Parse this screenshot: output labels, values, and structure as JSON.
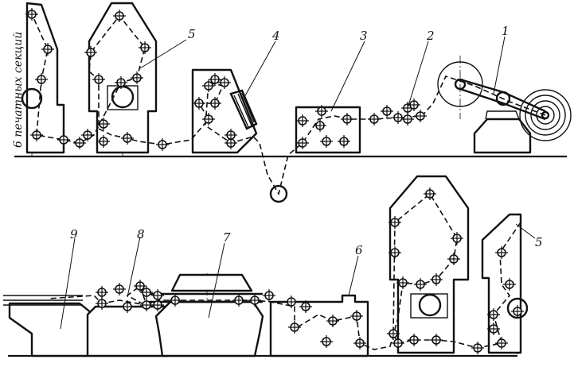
{
  "labels": {
    "n1": "1",
    "n2": "2",
    "n3": "3",
    "n4": "4",
    "n5_top": "5",
    "n5_bottom": "5",
    "n6": "6",
    "n7": "7",
    "n8": "8",
    "n9": "9",
    "sections": "6 печатных секций"
  },
  "icons": {
    "roller": "crosshair-roller-icon",
    "reel": "paper-reel-icon"
  }
}
